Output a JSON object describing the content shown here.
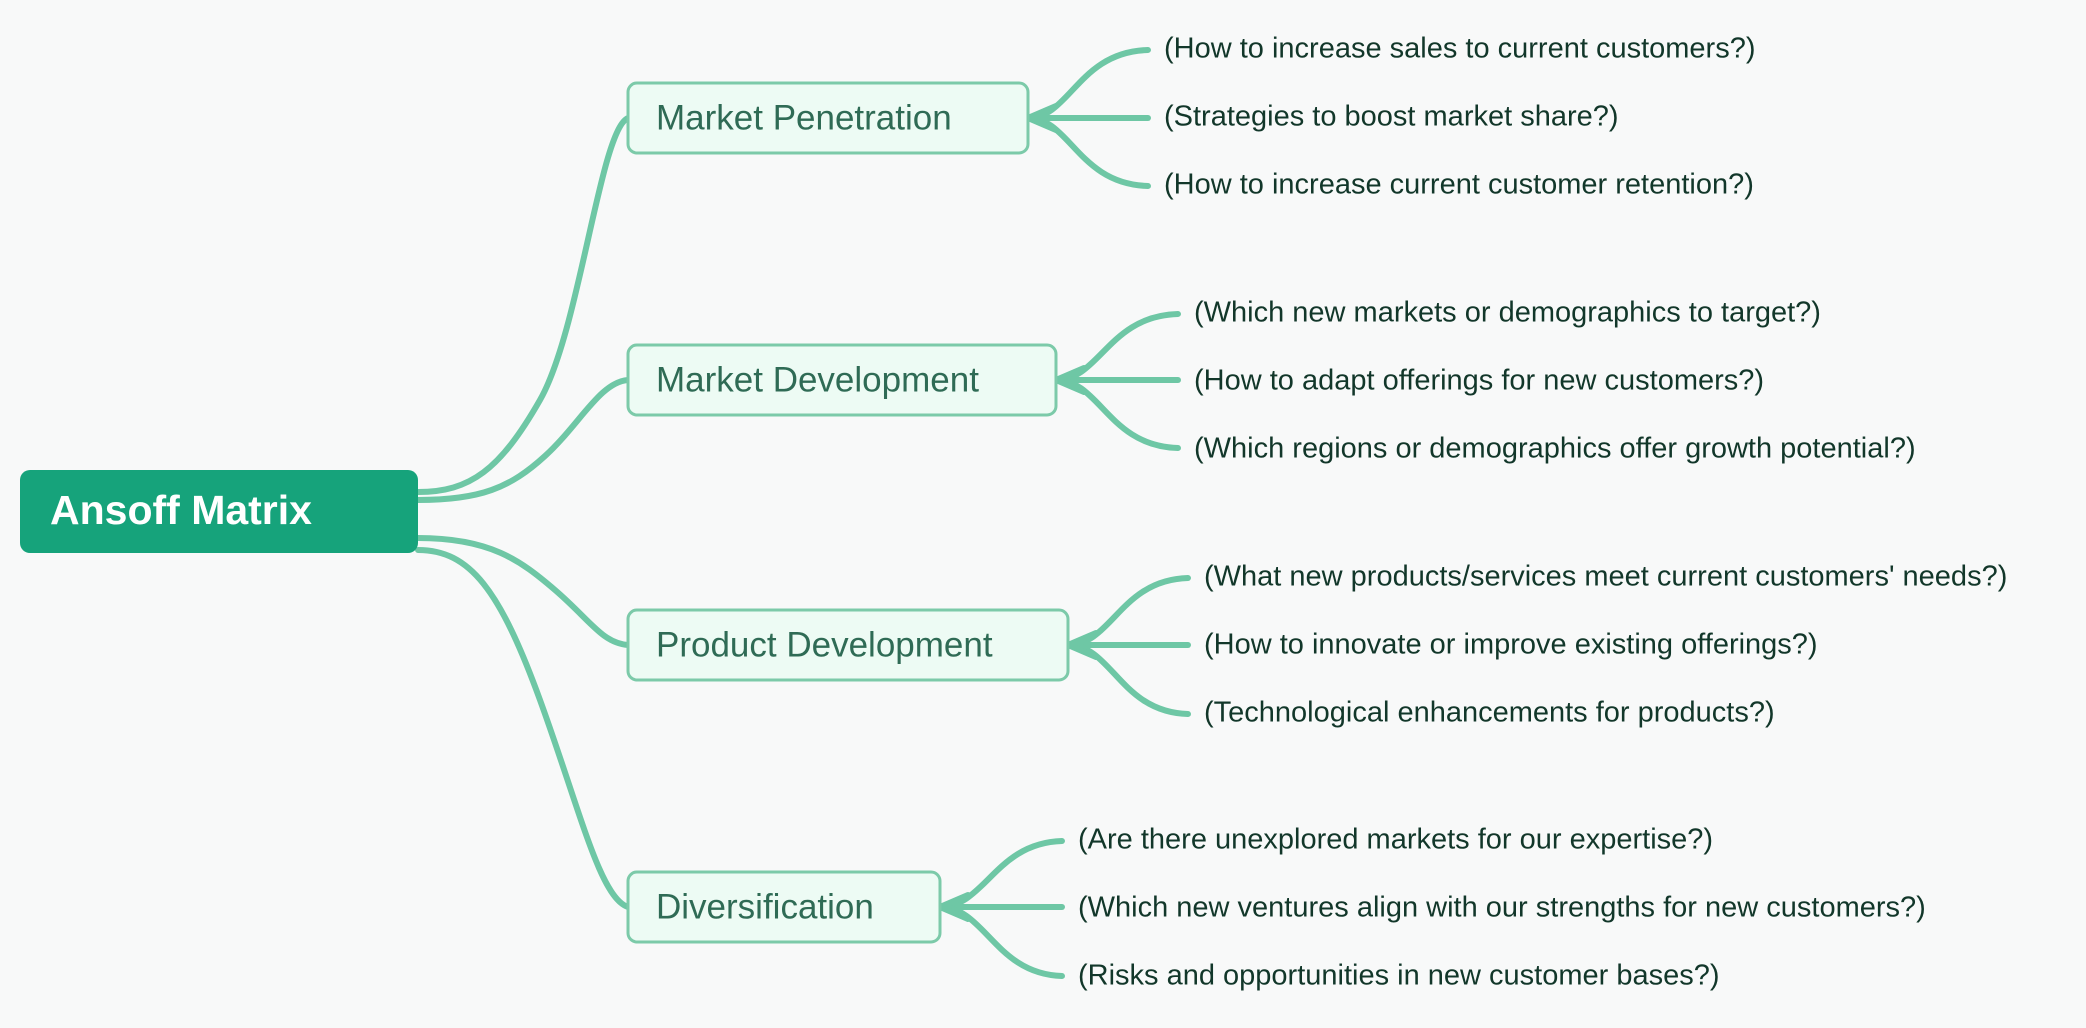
{
  "diagram": {
    "type": "mindmap",
    "title": "Ansoff Matrix",
    "background_color": "#f8f9f9",
    "root_color": "#16a37b",
    "branch_fill_color": "#edfbf4",
    "branch_border_color": "#7ccaa9",
    "edge_color": "#6ec7a5",
    "root_text_color": "#ffffff",
    "branch_text_color": "#2f6b55",
    "leaf_text_color": "#12372a"
  },
  "root": {
    "label": "Ansoff Matrix"
  },
  "branches": [
    {
      "label": "Market Penetration",
      "leaves": [
        "(How to increase sales to current customers?)",
        "(Strategies to boost market share?)",
        "(How to increase current customer retention?)"
      ]
    },
    {
      "label": "Market Development",
      "leaves": [
        "(Which new markets or demographics to target?)",
        "(How to adapt offerings for new customers?)",
        "(Which regions or demographics offer growth potential?)"
      ]
    },
    {
      "label": "Product Development",
      "leaves": [
        "(What new products/services meet current customers' needs?)",
        "(How to innovate or improve existing offerings?)",
        "(Technological enhancements for products?)"
      ]
    },
    {
      "label": "Diversification",
      "leaves": [
        "(Are there unexplored markets for our expertise?)",
        "(Which new ventures align with our strengths for new customers?)",
        "(Risks and opportunities in new customer bases?)"
      ]
    }
  ]
}
